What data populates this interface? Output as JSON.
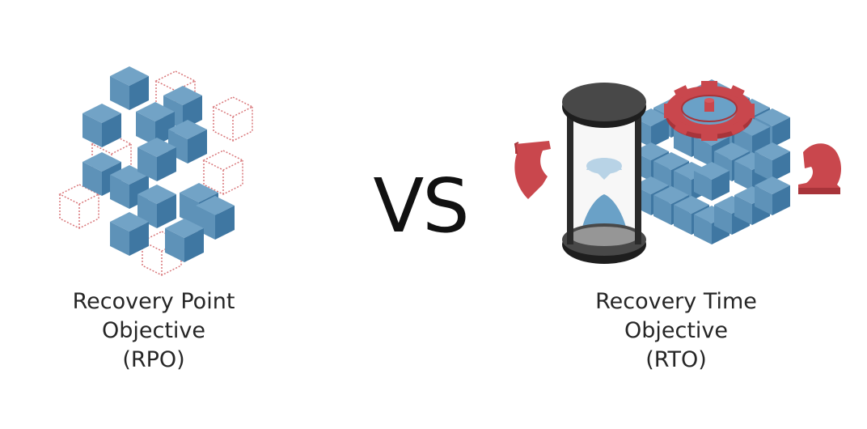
{
  "left": {
    "caption_lines": [
      "Recovery Point",
      "Objective",
      "(RPO)"
    ],
    "illustration": "scattered-cubes-with-missing-blocks"
  },
  "center": {
    "label": "VS"
  },
  "right": {
    "caption_lines": [
      "Recovery Time",
      "Objective",
      "(RTO)"
    ],
    "illustration": "hourglass-gear-cube-rotation"
  },
  "colors": {
    "cube_top": "#72a3c6",
    "cube_left": "#5e92b8",
    "cube_right": "#3f77a2",
    "missing_outline": "#d9777a",
    "accent_red": "#c9474d",
    "hourglass_dark": "#3b3b3b",
    "sand": "#6aa1c7",
    "text": "#262626"
  }
}
